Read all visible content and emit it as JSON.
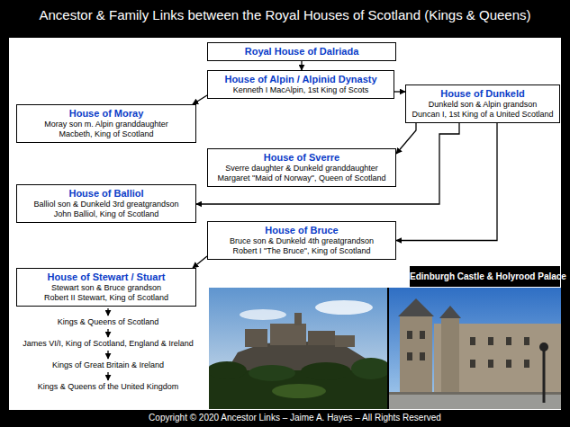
{
  "diagram": {
    "title": "Ancestor & Family Links between the Royal Houses of Scotland (Kings & Queens)",
    "nodes": [
      {
        "text": [
          "Royal House of Dalriada"
        ]
      },
      {
        "text": [
          "House of Alpin / Alpinid Dynasty",
          "Kenneth I MacAlpin, 1st King of Scots"
        ]
      },
      {
        "text": [
          "House of Moray",
          "Moray son m. Alpin granddaughter",
          "Macbeth, King of Scotland"
        ]
      },
      {
        "text": [
          "House of Dunkeld",
          "Dunkeld son & Alpin grandson",
          "Duncan I, 1st King of a United Scotland"
        ]
      },
      {
        "text": [
          "House of Sverre",
          "Sverre daughter & Dunkeld granddaughter",
          "Margaret \"Maid of Norway\", Queen of Scotland"
        ]
      },
      {
        "text": [
          "House of Balliol",
          "Balliol son & Dunkeld 3rd greatgrandson",
          "John Balliol, King of Scotland"
        ]
      },
      {
        "text": [
          "House of Bruce",
          "Bruce son & Dunkeld 4th greatgrandson",
          "Robert I \"The Bruce\", King of Scotland"
        ]
      },
      {
        "text": [
          "House of Stewart / Stuart",
          "Stewart son & Bruce grandson",
          "Robert II Stewart, King of Scotland"
        ]
      }
    ],
    "edges": [
      {
        "from": 0,
        "to": 1,
        "arrow": "to"
      },
      {
        "from": 1,
        "to": 2,
        "arrow": "to"
      },
      {
        "from": 1,
        "to": 3,
        "arrow": "to"
      },
      {
        "from": 3,
        "to": 4,
        "arrow": "to"
      },
      {
        "from": 3,
        "to": 5,
        "arrow": "to"
      },
      {
        "from": 3,
        "to": 6,
        "arrow": "to"
      },
      {
        "from": 6,
        "to": 7,
        "arrow": "to"
      }
    ],
    "labels": [
      "Edinburgh Castle & Holyrood Palace",
      "Kings & Queens of Scotland",
      "James VI/I, King of Scotland, England & Ireland",
      "Kings of Great Britain & Ireland",
      "Kings & Queens of the United Kingdom",
      "Copyright © 2020 Ancestor Links – Jaime A. Hayes – All Rights Reserved"
    ]
  }
}
